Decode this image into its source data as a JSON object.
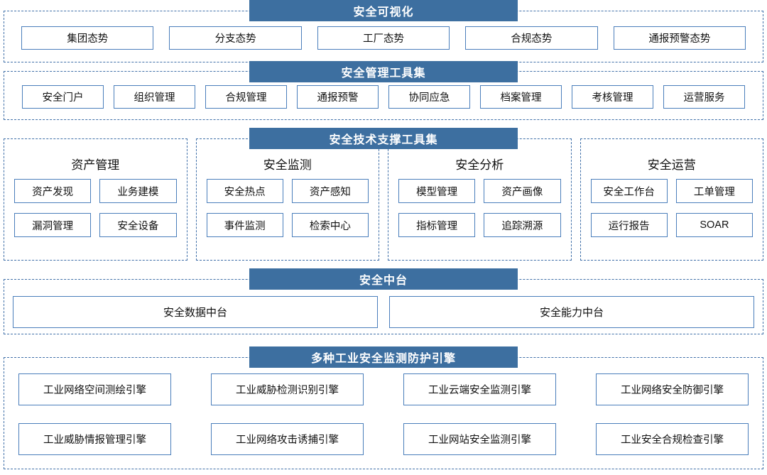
{
  "theme": {
    "banner_bg": "#3d6fa0",
    "banner_text": "#ffffff",
    "dashed_border": "#3f6fa8",
    "chip_border": "#4a7ebb",
    "page_bg": "#ffffff",
    "text": "#111111"
  },
  "sections": {
    "visualization": {
      "title": "安全可视化",
      "items": [
        "集团态势",
        "分支态势",
        "工厂态势",
        "合规态势",
        "通报预警态势"
      ]
    },
    "management_tools": {
      "title": "安全管理工具集",
      "items": [
        "安全门户",
        "组织管理",
        "合规管理",
        "通报预警",
        "协同应急",
        "档案管理",
        "考核管理",
        "运营服务"
      ]
    },
    "technical_support": {
      "title": "安全技术支撑工具集",
      "groups": [
        {
          "title": "资产管理",
          "rows": [
            [
              "资产发现",
              "业务建模"
            ],
            [
              "漏洞管理",
              "安全设备"
            ]
          ]
        },
        {
          "title": "安全监测",
          "rows": [
            [
              "安全热点",
              "资产感知"
            ],
            [
              "事件监测",
              "检索中心"
            ]
          ]
        },
        {
          "title": "安全分析",
          "rows": [
            [
              "模型管理",
              "资产画像"
            ],
            [
              "指标管理",
              "追踪溯源"
            ]
          ]
        },
        {
          "title": "安全运营",
          "rows": [
            [
              "安全工作台",
              "工单管理"
            ],
            [
              "运行报告",
              "SOAR"
            ]
          ]
        }
      ]
    },
    "middle_platform": {
      "title": "安全中台",
      "items": [
        "安全数据中台",
        "安全能力中台"
      ]
    },
    "engines": {
      "title": "多种工业安全监测防护引擎",
      "rows": [
        [
          "工业网络空间测绘引擎",
          "工业威胁检测识别引擎",
          "工业云端安全监测引擎",
          "工业网络安全防御引擎"
        ],
        [
          "工业威胁情报管理引擎",
          "工业网络攻击诱捕引擎",
          "工业网站安全监测引擎",
          "工业安全合规检查引擎"
        ]
      ]
    }
  }
}
